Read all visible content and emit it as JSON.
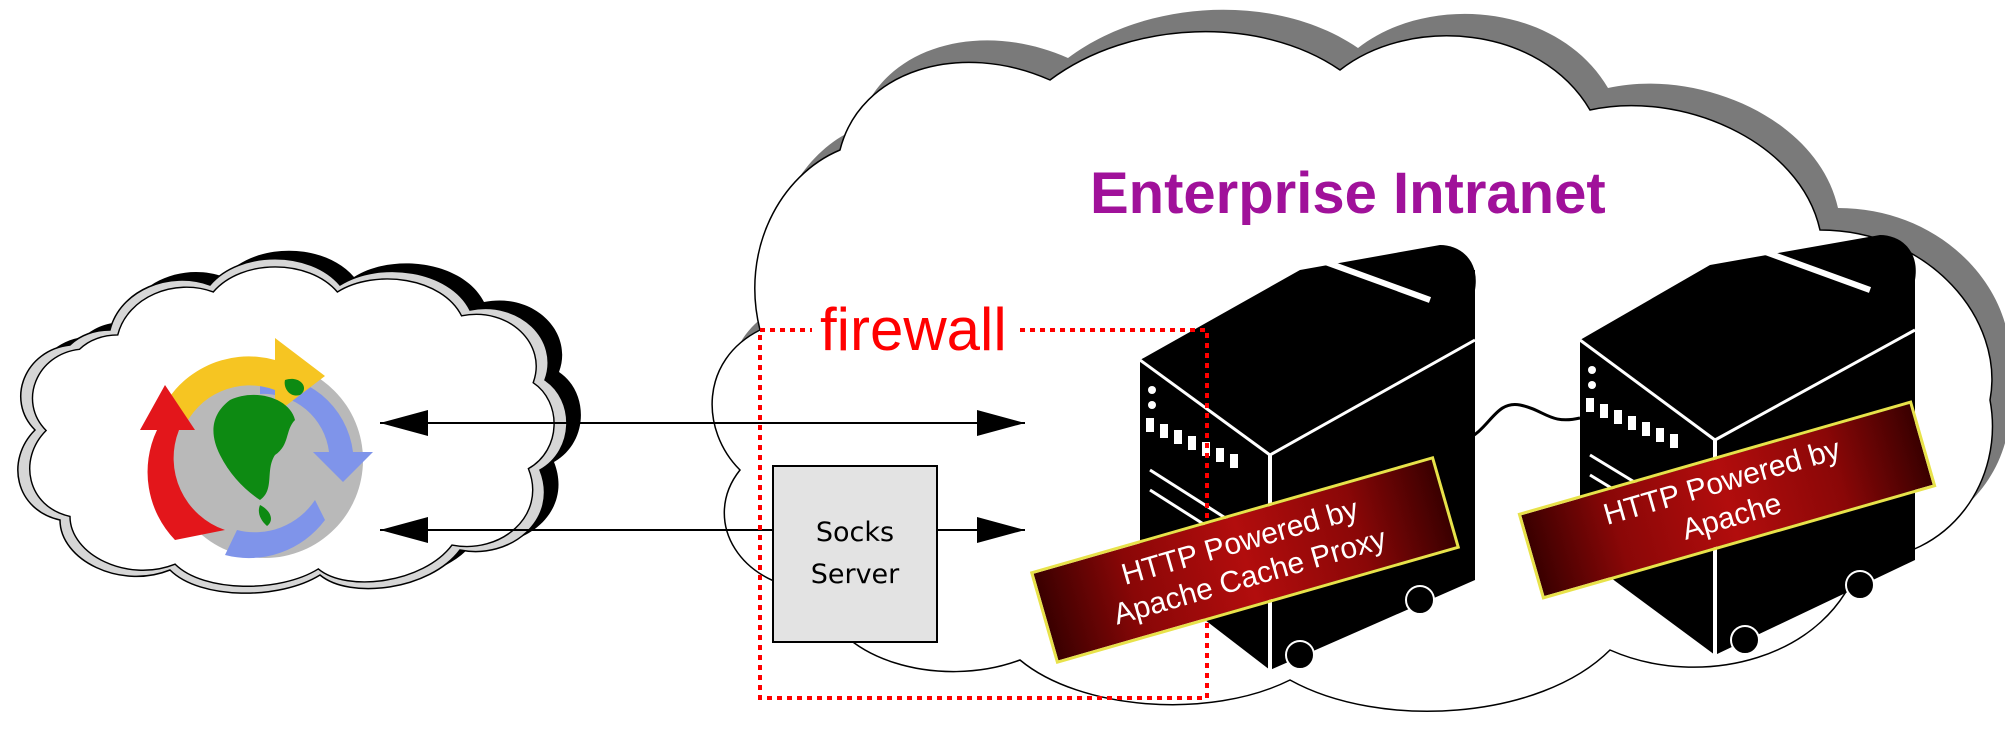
{
  "diagram": {
    "title": "Enterprise Intranet",
    "firewall_label": "firewall",
    "socks_server": {
      "line1": "Socks",
      "line2": "Server"
    },
    "proxy_banner": {
      "line1": "HTTP Powered by",
      "line2": "Apache Cache Proxy"
    },
    "apache_banner": {
      "line1": "HTTP Powered by",
      "line2": "Apache"
    }
  },
  "colors": {
    "title": "#a0119a",
    "firewall": "#ff0000",
    "banner_fill": "#8a0707",
    "banner_border": "#e8e24a",
    "socks_fill": "#e3e3e3"
  },
  "icons": {
    "internet": "globe-with-refresh-arrows-icon",
    "servers": "server-tower-icon"
  }
}
